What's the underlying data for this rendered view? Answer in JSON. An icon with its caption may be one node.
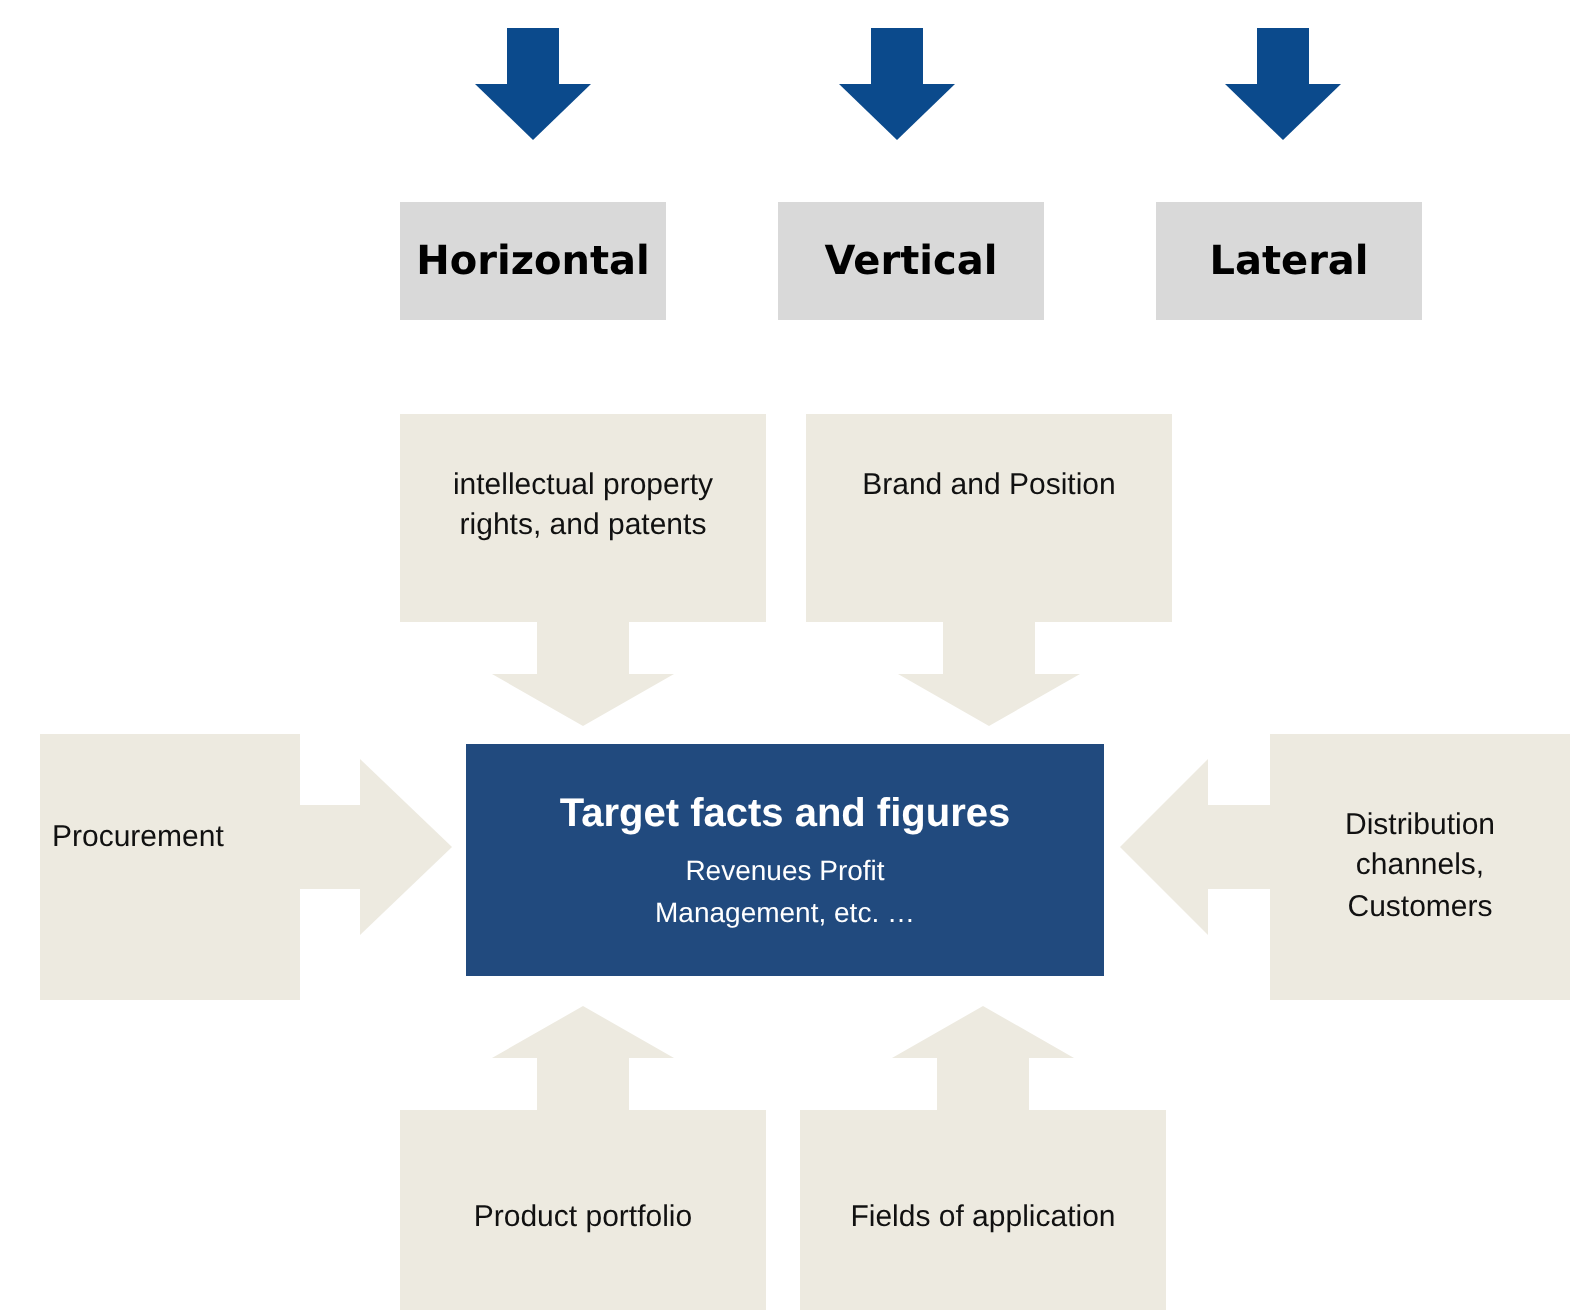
{
  "diagram": {
    "nodes": [
      {
        "text": [
          "Horizontal"
        ]
      },
      {
        "text": [
          "Vertical"
        ]
      },
      {
        "text": [
          "Lateral"
        ]
      },
      {
        "text": [
          "intellectual property rights, and patents"
        ]
      },
      {
        "text": [
          "Brand and Position"
        ]
      },
      {
        "text": [
          "Procurement"
        ]
      },
      {
        "text": [
          "Target facts and figures",
          "Revenues Profit Management, etc. …"
        ]
      },
      {
        "text": [
          "Distribution channels, Customers"
        ]
      },
      {
        "text": [
          "Product portfolio"
        ]
      },
      {
        "text": [
          "Fields of application"
        ]
      }
    ],
    "edges": [
      {
        "from": null,
        "to": 0,
        "arrow": "to",
        "color": "#0b4a8c"
      },
      {
        "from": null,
        "to": 1,
        "arrow": "to",
        "color": "#0b4a8c"
      },
      {
        "from": null,
        "to": 2,
        "arrow": "to",
        "color": "#0b4a8c"
      },
      {
        "from": 3,
        "to": 6,
        "arrow": "to"
      },
      {
        "from": 4,
        "to": 6,
        "arrow": "to"
      },
      {
        "from": 5,
        "to": 6,
        "arrow": "to"
      },
      {
        "from": 7,
        "to": 6,
        "arrow": "to"
      },
      {
        "from": 8,
        "to": 6,
        "arrow": "to"
      },
      {
        "from": 9,
        "to": 6,
        "arrow": "to"
      }
    ]
  }
}
